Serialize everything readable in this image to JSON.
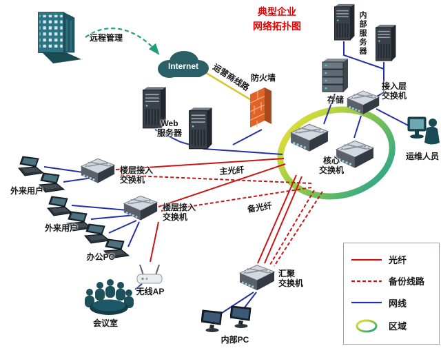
{
  "title": {
    "line1": "典型企业",
    "line2": "网络拓扑图"
  },
  "nodes": {
    "remote_management": {
      "label": "远程管理"
    },
    "internet": {
      "label": "Internet"
    },
    "carrier_line": {
      "label": "运营商线路"
    },
    "firewall": {
      "label": "防火墙"
    },
    "web_server": {
      "lines": [
        "Web",
        "服务器"
      ]
    },
    "internal_server": {
      "label": "内部服务器"
    },
    "storage": {
      "label": "存储"
    },
    "access_layer_switch": {
      "lines": [
        "接入层",
        "交换机"
      ]
    },
    "ops_staff": {
      "label": "运维人员"
    },
    "core_switch": {
      "lines": [
        "核心",
        "交换机"
      ]
    },
    "floor_switch_1": {
      "lines": [
        "楼层接入",
        "交换机"
      ]
    },
    "floor_switch_2": {
      "lines": [
        "楼层接入",
        "交换机"
      ]
    },
    "external_users_1": {
      "label": "外来用户"
    },
    "external_users_2": {
      "label": "外来用户"
    },
    "office_pc": {
      "label": "办公PC"
    },
    "wireless_ap": {
      "label": "无线AP"
    },
    "meeting_room": {
      "label": "会议室"
    },
    "aggregation_switch": {
      "lines": [
        "汇聚",
        "交换机"
      ]
    },
    "internal_pc": {
      "label": "内部PC"
    },
    "main_fiber": {
      "label": "主光纤"
    },
    "backup_fiber": {
      "label": "备光纤"
    }
  },
  "legend": {
    "items": [
      {
        "label": "光纤",
        "type": "fiber"
      },
      {
        "label": "备份线路",
        "type": "backup"
      },
      {
        "label": "网线",
        "type": "cable"
      },
      {
        "label": "区域",
        "type": "zone"
      }
    ]
  },
  "colors": {
    "fiber": "#c81414",
    "backup": "#c81414",
    "cable": "#2330a0",
    "carrier": "#d8c531",
    "remote": "#1f9e77",
    "title": "#e60000"
  }
}
